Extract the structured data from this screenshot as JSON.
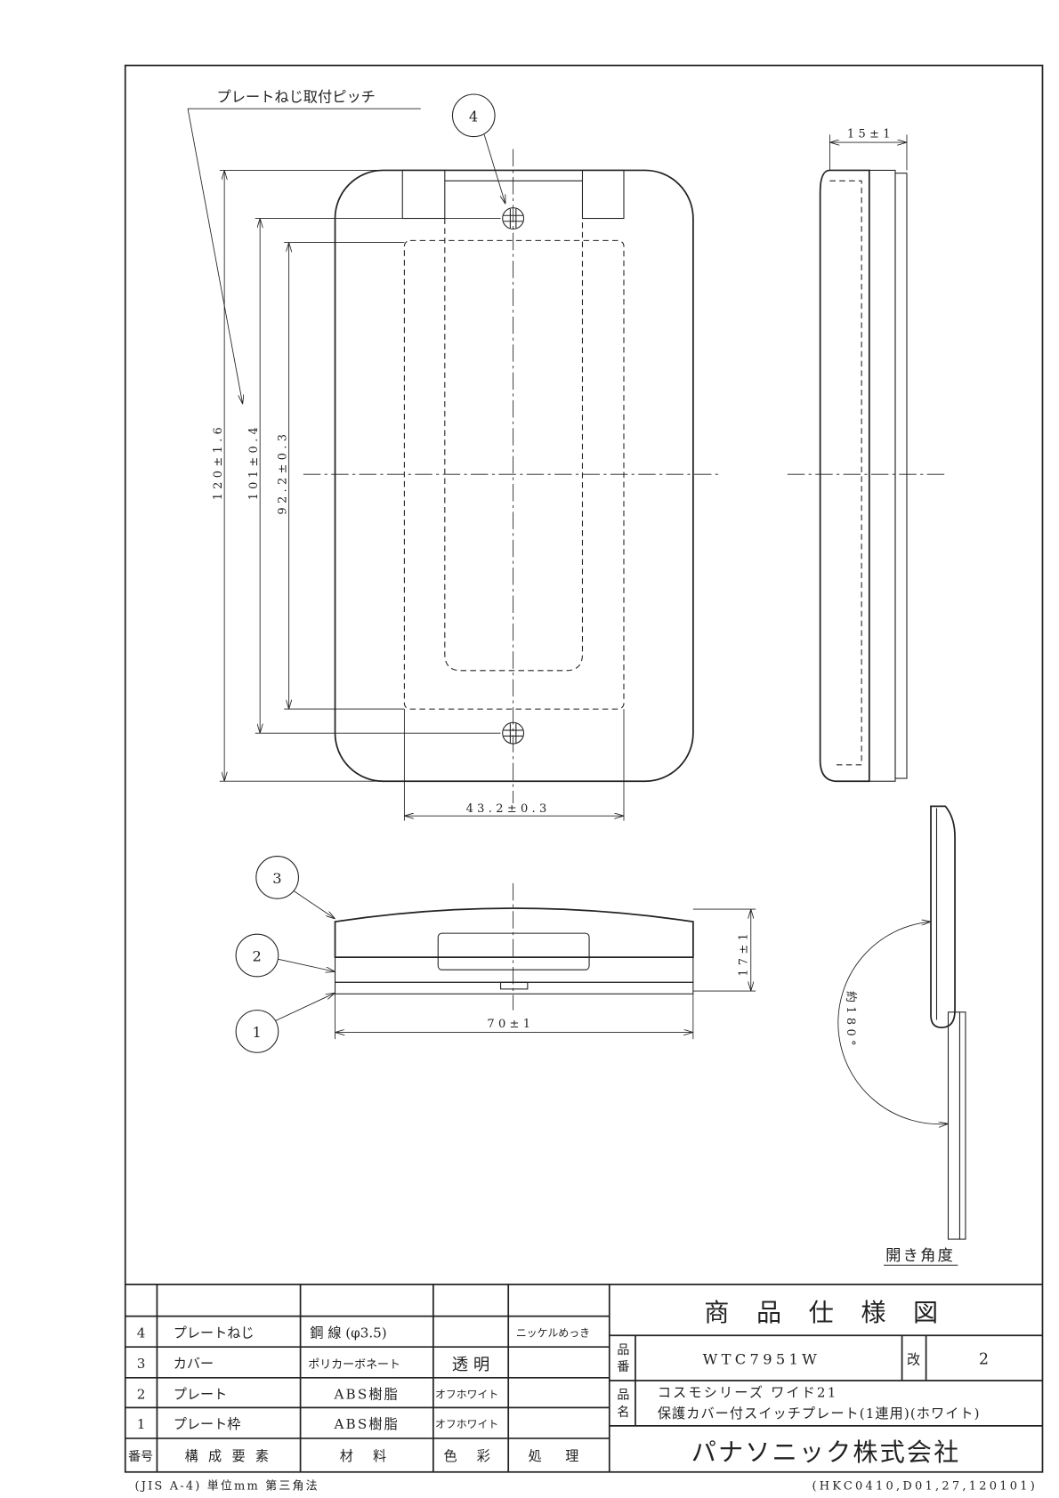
{
  "drawing": {
    "pitch_label": "プレートねじ取付ピッチ",
    "dims": {
      "height": "120±1.6",
      "pitch": "101±0.4",
      "inner_h": "92.2±0.3",
      "inner_w": "43.2±0.3",
      "depth": "15±1",
      "width": "70±1",
      "thickness": "17±1",
      "angle": "約180°"
    },
    "balloons": [
      "1",
      "2",
      "3",
      "4"
    ],
    "open_angle_label": "開き角度"
  },
  "parts_table": {
    "headers": [
      "番号",
      "構 成 要 素",
      "材 料",
      "色 彩",
      "処 理"
    ],
    "rows": [
      {
        "no": "4",
        "name": "プレートねじ",
        "material": "鋼 線 (φ3.5)",
        "color": "",
        "finish": "ニッケルめっき"
      },
      {
        "no": "3",
        "name": "カバー",
        "material": "ポリカーボネート",
        "color": "透 明",
        "finish": ""
      },
      {
        "no": "2",
        "name": "プレート",
        "material": "ABS樹脂",
        "color": "オフホワイト",
        "finish": ""
      },
      {
        "no": "1",
        "name": "プレート枠",
        "material": "ABS樹脂",
        "color": "オフホワイト",
        "finish": ""
      }
    ]
  },
  "title_block": {
    "title": "商 品 仕 様 図",
    "part_no_label": "品番",
    "part_no": "WTC7951W",
    "rev_label": "改",
    "rev": "2",
    "name_label": "品名",
    "name_line1": "コスモシリーズ ワイド21",
    "name_line2": "保護カバー付スイッチプレート(1連用)(ホワイト)",
    "company": "パナソニック株式会社"
  },
  "footer": {
    "left": "(JIS A-4)  単位mm  第三角法",
    "right": "(HKC0410,D01,27,120101)"
  }
}
